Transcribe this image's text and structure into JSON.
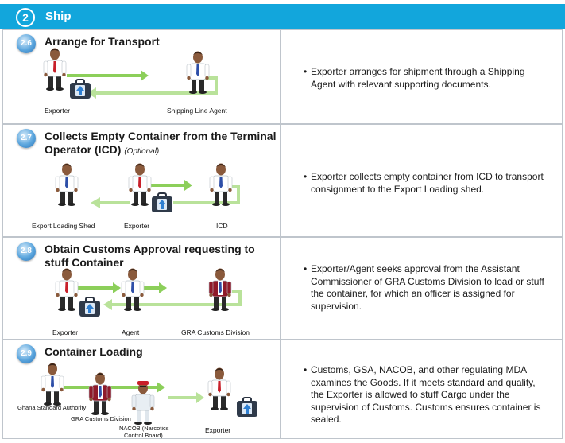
{
  "header": {
    "number": "2",
    "title": "Ship"
  },
  "colors": {
    "header_bg": "#12a6dc",
    "arrow_green": "#8ccf5a",
    "arrow_light_green": "#b9e29a",
    "border": "#bfc5cc"
  },
  "steps": [
    {
      "number": "2.6",
      "title": "Arrange for Transport",
      "subtitle": "",
      "labels": [
        "Exporter",
        "Shipping Line Agent"
      ],
      "description": "Exporter arranges for shipment through a Shipping Agent with relevant supporting documents."
    },
    {
      "number": "2.7",
      "title": "Collects Empty  Container from the Terminal Operator (ICD)",
      "subtitle": "(Optional)",
      "labels": [
        "Export Loading Shed",
        "Exporter",
        "ICD"
      ],
      "description": "Exporter collects empty container from ICD to transport consignment to the Export Loading shed."
    },
    {
      "number": "2.8",
      "title": "Obtain Customs Approval requesting to stuff Container",
      "subtitle": "",
      "labels": [
        "Exporter",
        "Agent",
        "GRA Customs Division"
      ],
      "description": "Exporter/Agent seeks approval from the Assistant Commissioner of GRA Customs Division to load or stuff the container, for which an officer is assigned for supervision."
    },
    {
      "number": "2.9",
      "title": "Container  Loading",
      "subtitle": "",
      "labels": [
        "Ghana Standard Authority",
        "GRA Customs Division",
        "NACOB (Narcotics",
        "Control Board)",
        "Exporter"
      ],
      "description": "Customs, GSA, NACOB, and other regulating MDA examines the Goods. If it meets standard and quality, the Exporter is allowed to stuff Cargo under the supervision of Customs. Customs ensures container is sealed."
    }
  ]
}
